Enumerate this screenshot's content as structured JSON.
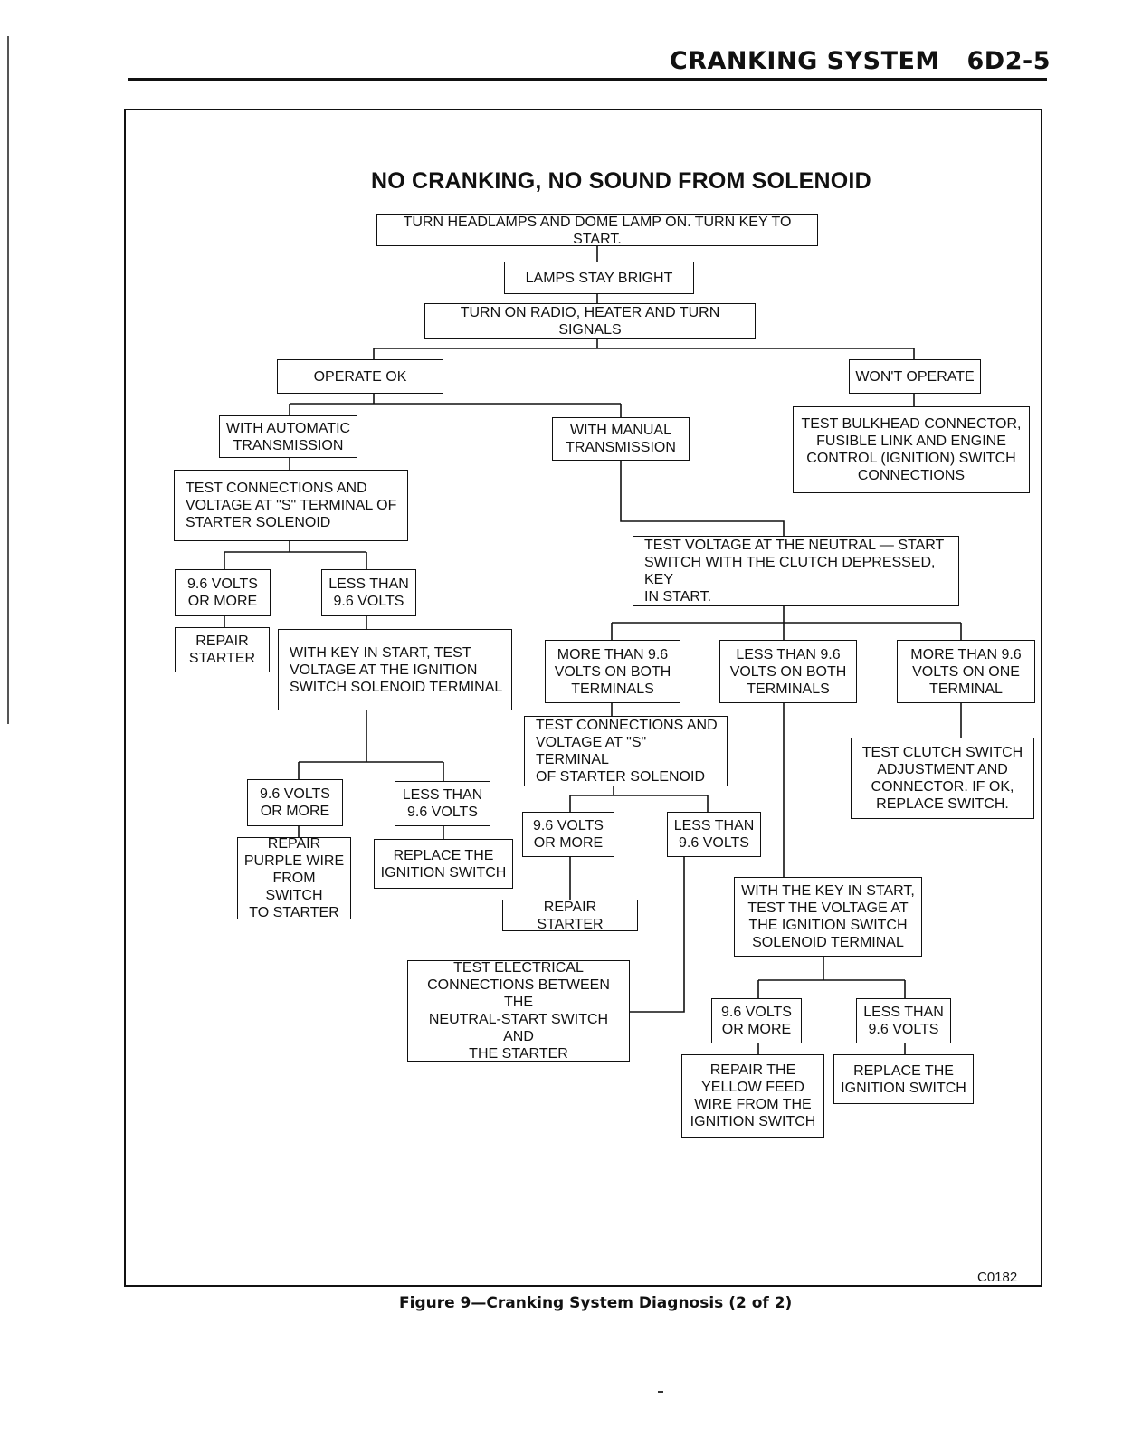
{
  "header": {
    "section": "CRANKING SYSTEM",
    "page_number": "6D2-5"
  },
  "flowchart": {
    "title": "NO CRANKING, NO SOUND FROM SOLENOID",
    "nodes": {
      "n1": "TURN HEADLAMPS AND DOME LAMP ON. TURN KEY TO START.",
      "n2": "LAMPS STAY BRIGHT",
      "n3": "TURN ON RADIO, HEATER AND TURN SIGNALS",
      "n4": "OPERATE OK",
      "n5": "WON'T OPERATE",
      "n6": "TEST BULKHEAD CONNECTOR,\nFUSIBLE LINK AND ENGINE\nCONTROL (IGNITION) SWITCH\nCONNECTIONS",
      "n7": "WITH AUTOMATIC\nTRANSMISSION",
      "n8": "WITH MANUAL\nTRANSMISSION",
      "n9": "TEST CONNECTIONS AND\nVOLTAGE AT \"S\" TERMINAL OF\nSTARTER SOLENOID",
      "n10": "9.6 VOLTS\nOR MORE",
      "n11": "LESS THAN\n9.6 VOLTS",
      "n12": "REPAIR\nSTARTER",
      "n13": "WITH KEY IN START, TEST\nVOLTAGE AT THE IGNITION\nSWITCH SOLENOID TERMINAL",
      "n14": "TEST VOLTAGE AT THE NEUTRAL — START\nSWITCH WITH THE CLUTCH DEPRESSED, KEY\nIN START.",
      "n15": "MORE THAN 9.6\nVOLTS ON BOTH\nTERMINALS",
      "n16": "LESS THAN 9.6\nVOLTS ON BOTH\nTERMINALS",
      "n17": "MORE THAN 9.6\nVOLTS ON ONE\nTERMINAL",
      "n18": "TEST CONNECTIONS AND\nVOLTAGE AT \"S\" TERMINAL\nOF STARTER SOLENOID",
      "n19": "TEST CLUTCH SWITCH\nADJUSTMENT AND\nCONNECTOR. IF OK,\nREPLACE SWITCH.",
      "n20": "9.6 VOLTS\nOR MORE",
      "n21": "LESS THAN\n9.6 VOLTS",
      "n22": "REPAIR\nPURPLE WIRE\nFROM SWITCH\nTO STARTER",
      "n23": "REPLACE THE\nIGNITION SWITCH",
      "n24": "9.6 VOLTS\nOR MORE",
      "n25": "LESS THAN\n9.6 VOLTS",
      "n26": "REPAIR STARTER",
      "n27": "WITH THE KEY IN START,\nTEST THE VOLTAGE AT\nTHE IGNITION SWITCH\nSOLENOID TERMINAL",
      "n28": "TEST ELECTRICAL\nCONNECTIONS BETWEEN THE\nNEUTRAL-START SWITCH AND\nTHE STARTER",
      "n29": "9.6 VOLTS\nOR MORE",
      "n30": "LESS THAN\n9.6 VOLTS",
      "n31": "REPAIR THE\nYELLOW FEED\nWIRE FROM THE\nIGNITION SWITCH",
      "n32": "REPLACE THE\nIGNITION SWITCH"
    }
  },
  "figure_code": "C0182",
  "caption": "Figure 9—Cranking System Diagnosis (2 of 2)"
}
